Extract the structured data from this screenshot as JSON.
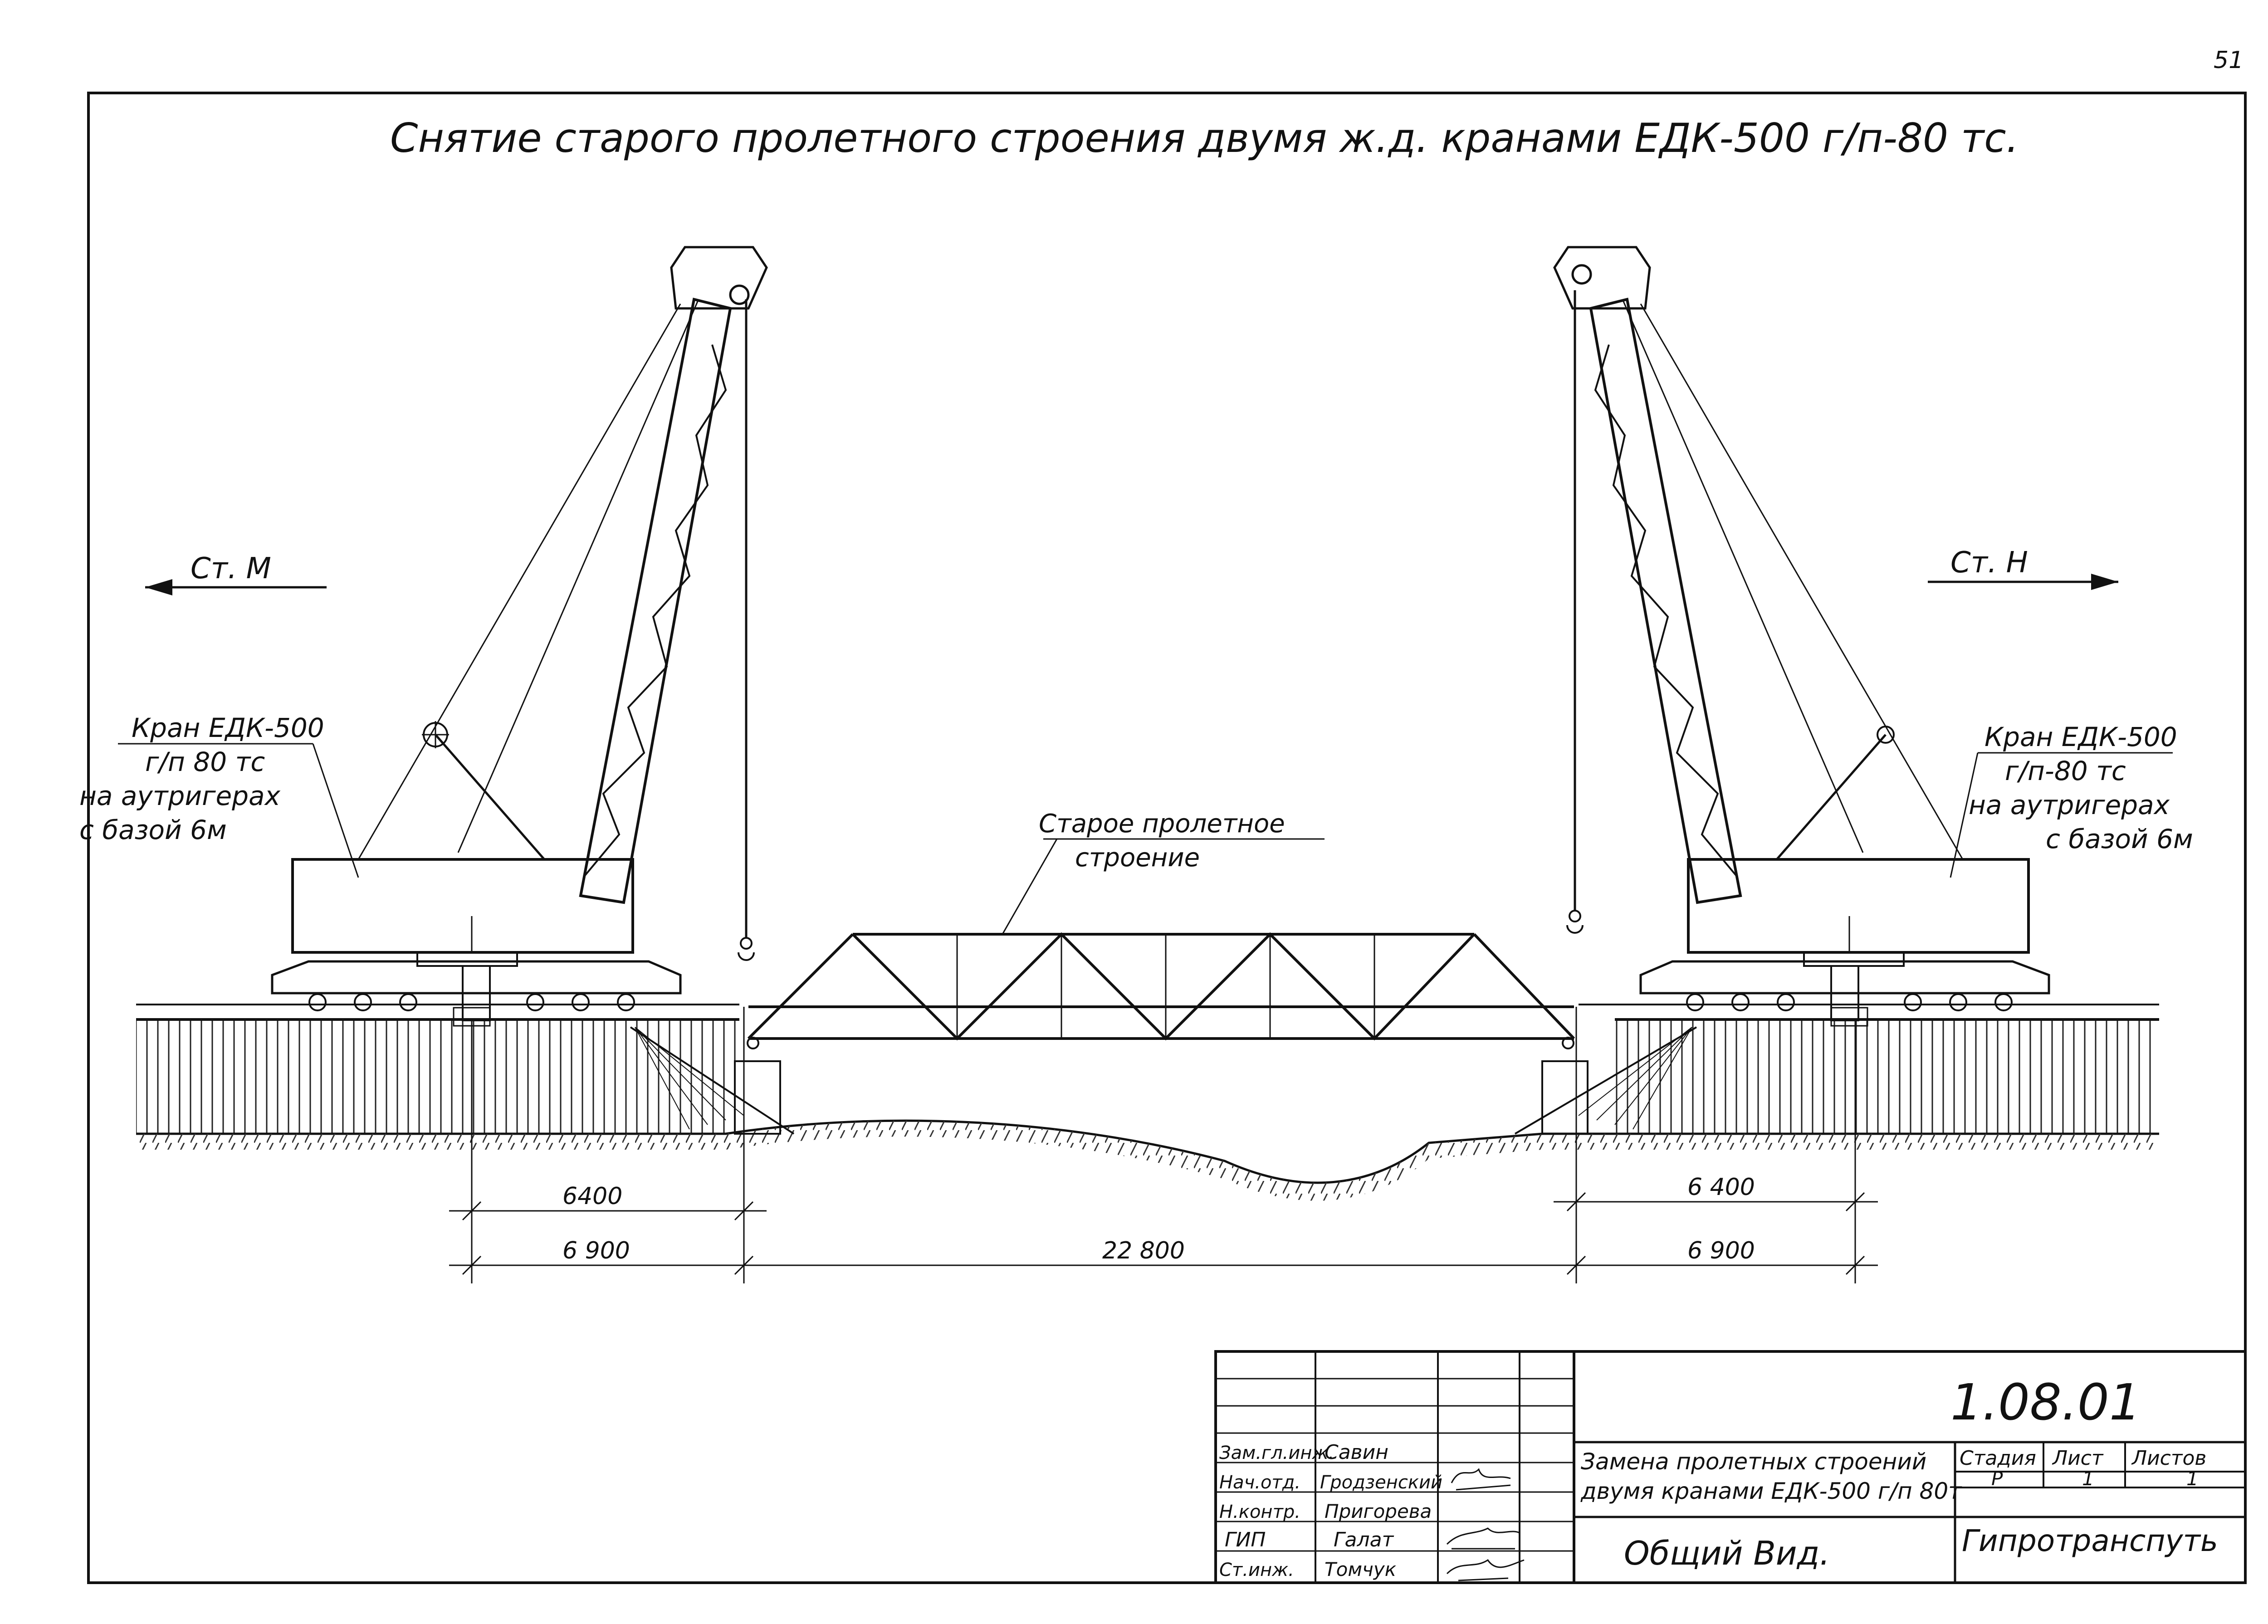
{
  "page_number": "51",
  "title": "Снятие старого пролетного строения двумя ж.д. кранами ЕДК-500 г/п-80 тс.",
  "directions": {
    "left": "Ст. М",
    "right": "Ст. Н"
  },
  "labels": {
    "crane_left": [
      "Кран ЕДК-500",
      "г/п 80 тс",
      "на аутригерах",
      "с базой 6м"
    ],
    "crane_right": [
      "Кран ЕДК-500",
      "г/п-80 тс",
      "на аутригерах",
      "с базой 6м"
    ],
    "span": [
      "Старое пролетное",
      "строение"
    ]
  },
  "dimensions": {
    "left_inner": "6400",
    "left_outer": "6 900",
    "center": "22 800",
    "right_inner": "6 400",
    "right_outer": "6 900"
  },
  "title_block": {
    "code": "1.08.01",
    "description": [
      "Замена пролетных строений",
      "двумя кранами ЕДК-500 г/п 80т"
    ],
    "drawing_name": "Общий Вид.",
    "organization": "Гипротранспуть",
    "stage_header": "Стадия",
    "sheet_header": "Лист",
    "sheets_header": "Листов",
    "stage": "Р",
    "sheet": "1",
    "sheets": "1",
    "staff": [
      {
        "role": "Зам.гл.инж.",
        "name": "Савин"
      },
      {
        "role": "Нач.отд.",
        "name": "Гродзенский"
      },
      {
        "role": "Н.контр.",
        "name": "Пригорева"
      },
      {
        "role": "ГИП",
        "name": "Галат"
      },
      {
        "role": "Ст.инж.",
        "name": "Томчук"
      }
    ]
  }
}
